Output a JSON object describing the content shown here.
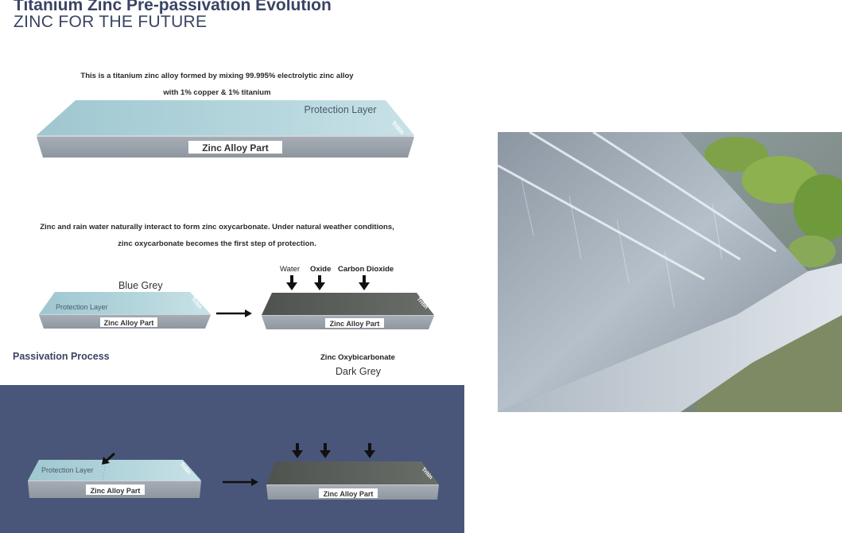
{
  "header": {
    "title": "Titanium Zinc Pre-passivation Evolution",
    "subtitle": "ZINC FOR THE FUTURE"
  },
  "intro": {
    "line1": "This is a titanium zinc alloy formed by mixing 99.995% electrolytic zinc alloy",
    "line2": "with 1% copper & 1% titanium"
  },
  "main_slab": {
    "top_label": "Protection Layer",
    "base_label": "Zinc Alloy Part",
    "brand": "Tritin"
  },
  "interaction": {
    "line1": "Zinc and rain water  naturally interact to form zinc oxycarbonate. Under natural weather conditions,",
    "line2": "zinc oxycarbonate becomes the first step of protection."
  },
  "stage_before": {
    "color_label": "Blue Grey",
    "top_label": "Protection Layer",
    "base_label": "Zinc Alloy Part",
    "brand": "Tritin"
  },
  "stage_after": {
    "arrow_water": "Water",
    "arrow_oxide": "Oxide",
    "arrow_co2": "Carbon Dioxide",
    "compound_label": "Zinc Oxybicarbonate",
    "color_label": "Dark Grey",
    "base_label": "Zinc Alloy Part",
    "brand": "Tritin"
  },
  "section_title": "Passivation Process",
  "panel_before": {
    "top_label": "Protection Layer",
    "base_label": "Zinc Alloy Part",
    "brand": "Tritin"
  },
  "panel_after": {
    "base_label": "Zinc Alloy Part",
    "brand": "Tritin"
  },
  "colors": {
    "title": "#3a4463",
    "slab_top_light": "#a9cfd7",
    "slab_side": "#9aa3ad",
    "slab_top_dark": "#5b5f5b",
    "panel_bg": "#495679"
  },
  "photo": {
    "subject": "rain on standing-seam zinc roof and gutter"
  }
}
